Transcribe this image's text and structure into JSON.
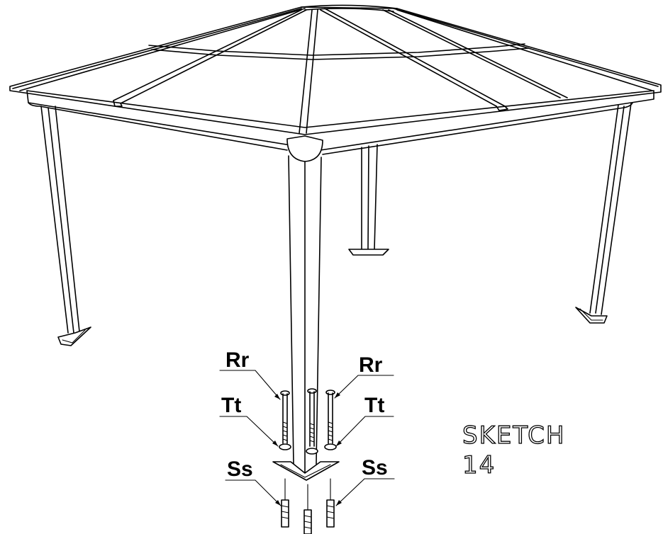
{
  "labels": {
    "rr_left": "Rr",
    "rr_right": "Rr",
    "tt_left": "Tt",
    "tt_right": "Tt",
    "ss_left": "Ss",
    "ss_right": "Ss"
  },
  "sketch": {
    "line1": "SKETCH",
    "line2": "14"
  },
  "colors": {
    "line": "#000000",
    "background": "#ffffff"
  }
}
